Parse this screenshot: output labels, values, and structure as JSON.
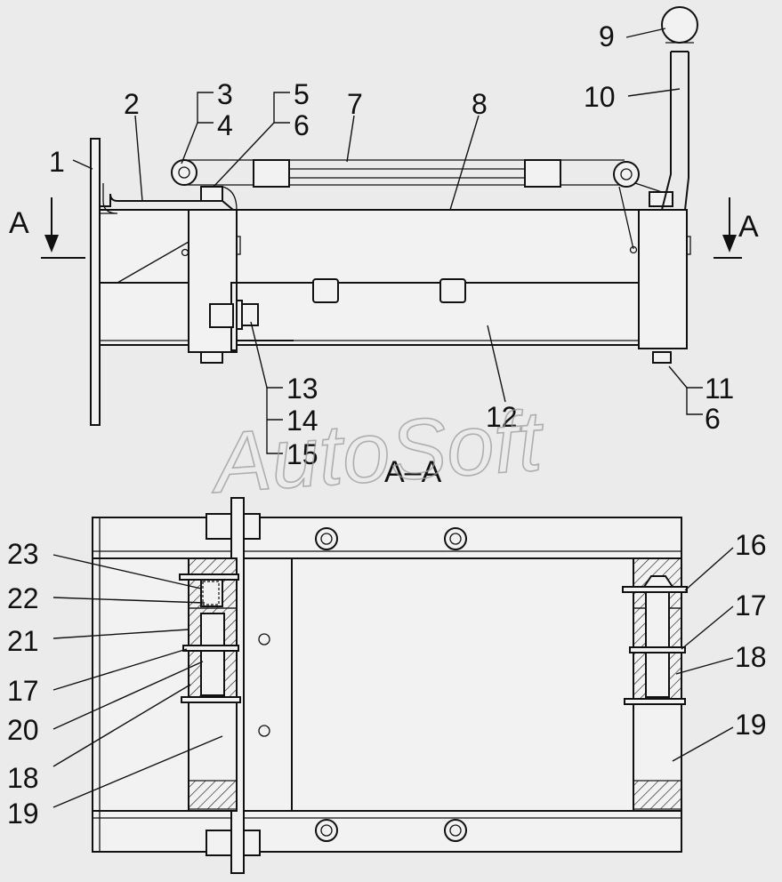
{
  "drawing": {
    "watermark": "AutoSoft",
    "section_mark": "A",
    "section_title": "A–A",
    "callouts": [
      "1",
      "2",
      "3",
      "4",
      "5",
      "6",
      "7",
      "8",
      "9",
      "10",
      "11",
      "6",
      "12",
      "13",
      "14",
      "15",
      "23",
      "22",
      "21",
      "17",
      "20",
      "18",
      "19",
      "16",
      "17",
      "18",
      "19"
    ]
  },
  "colors": {
    "line": "#111111",
    "background": "#ebebeb",
    "watermark": "#9a9a9a"
  }
}
